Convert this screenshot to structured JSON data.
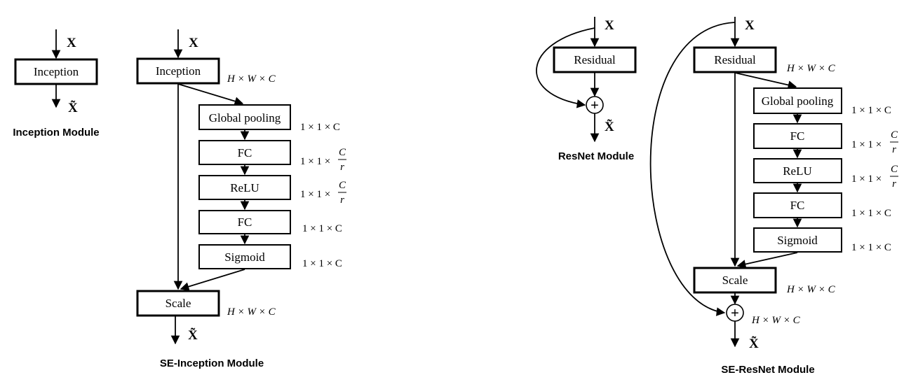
{
  "input_label": "X",
  "output_label": "X̃",
  "modules": {
    "inception": {
      "caption": "Inception Module",
      "block": "Inception"
    },
    "se_inception": {
      "caption": "SE-Inception Module",
      "block": "Inception",
      "block_dim": "H × W × C",
      "steps": [
        {
          "label": "Global pooling",
          "dim": "1 × 1 × C"
        },
        {
          "label": "FC",
          "dim_prefix": "1 × 1 ×",
          "dim_num": "C",
          "dim_den": "r"
        },
        {
          "label": "ReLU",
          "dim_prefix": "1 × 1 ×",
          "dim_num": "C",
          "dim_den": "r"
        },
        {
          "label": "FC",
          "dim": "1 × 1 × C"
        },
        {
          "label": "Sigmoid",
          "dim": "1 × 1 × C"
        }
      ],
      "scale": "Scale",
      "scale_dim": "H × W × C"
    },
    "resnet": {
      "caption": "ResNet Module",
      "block": "Residual",
      "sum_symbol": "+"
    },
    "se_resnet": {
      "caption": "SE-ResNet Module",
      "block": "Residual",
      "block_dim": "H × W × C",
      "steps": [
        {
          "label": "Global pooling",
          "dim": "1 × 1 × C"
        },
        {
          "label": "FC",
          "dim_prefix": "1 × 1 ×",
          "dim_num": "C",
          "dim_den": "r"
        },
        {
          "label": "ReLU",
          "dim_prefix": "1 × 1 ×",
          "dim_num": "C",
          "dim_den": "r"
        },
        {
          "label": "FC",
          "dim": "1 × 1 × C"
        },
        {
          "label": "Sigmoid",
          "dim": "1 × 1 × C"
        }
      ],
      "scale": "Scale",
      "scale_dim": "H × W × C",
      "sum_symbol": "+",
      "sum_dim": "H × W × C"
    }
  }
}
